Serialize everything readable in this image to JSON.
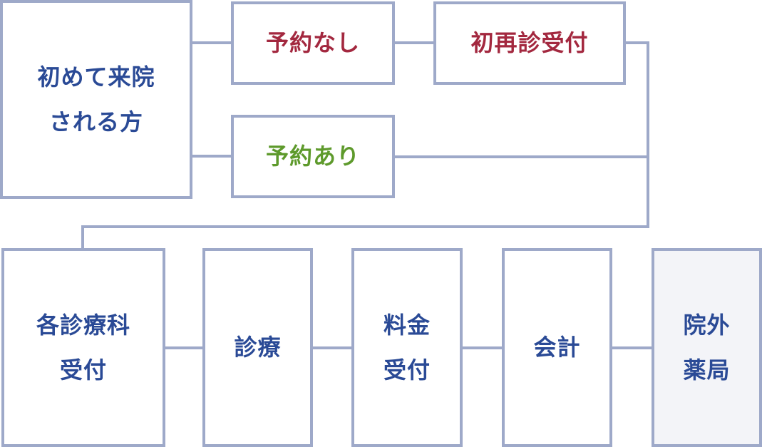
{
  "colors": {
    "border": "#9ea9c9",
    "navy_text": "#2a4a96",
    "red_text": "#a3283f",
    "green_text": "#5e9a2c",
    "pharmacy_fill": "#f3f4f8"
  },
  "nodes": {
    "first_visit": {
      "label": "初めて来院\nされる方"
    },
    "no_reservation": {
      "label": "予約なし"
    },
    "reception_first_revisit": {
      "label": "初再診受付"
    },
    "with_reservation": {
      "label": "予約あり"
    },
    "department_reception": {
      "label": "各診療科\n受付"
    },
    "consultation": {
      "label": "診療"
    },
    "fee_reception": {
      "label": "料金\n受付"
    },
    "payment": {
      "label": "会計"
    },
    "outside_pharmacy": {
      "label": "院外\n薬局"
    }
  }
}
